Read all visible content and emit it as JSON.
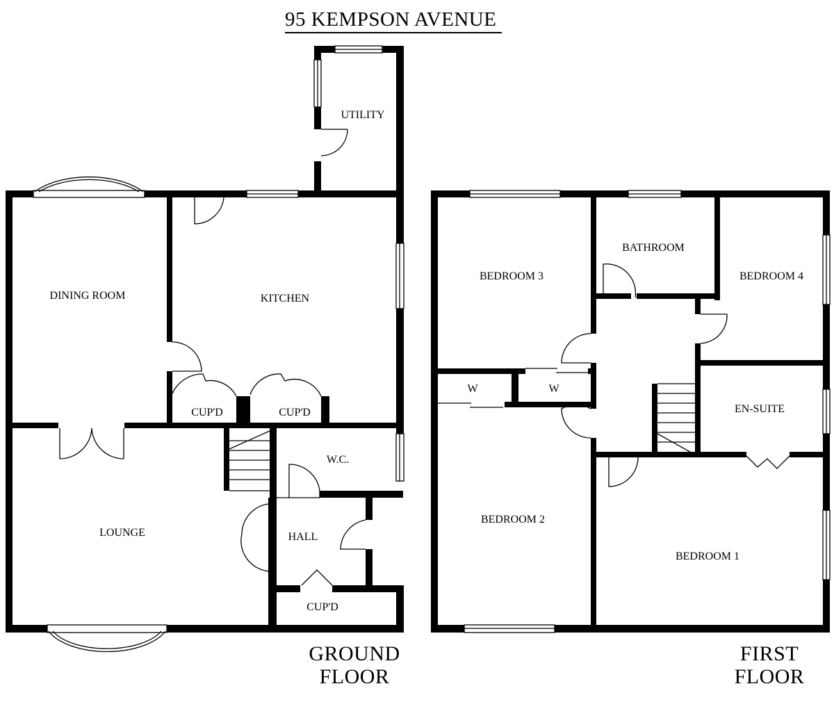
{
  "title": "95 KEMPSON AVENUE",
  "floors": {
    "ground": {
      "label_line1": "GROUND",
      "label_line2": "FLOOR",
      "rooms": {
        "utility": "UTILITY",
        "dining_room": "DINING ROOM",
        "kitchen": "KITCHEN",
        "cupboard_left": "CUP'D",
        "cupboard_right": "CUP'D",
        "wc": "W.C.",
        "lounge": "LOUNGE",
        "hall": "HALL",
        "cupboard_hall": "CUP'D"
      }
    },
    "first": {
      "label_line1": "FIRST",
      "label_line2": "FLOOR",
      "rooms": {
        "bedroom_3": "BEDROOM 3",
        "bathroom": "BATHROOM",
        "bedroom_4": "BEDROOM 4",
        "wardrobe_left": "W",
        "wardrobe_right": "W",
        "en_suite": "EN-SUITE",
        "bedroom_2": "BEDROOM 2",
        "bedroom_1": "BEDROOM 1"
      }
    }
  }
}
